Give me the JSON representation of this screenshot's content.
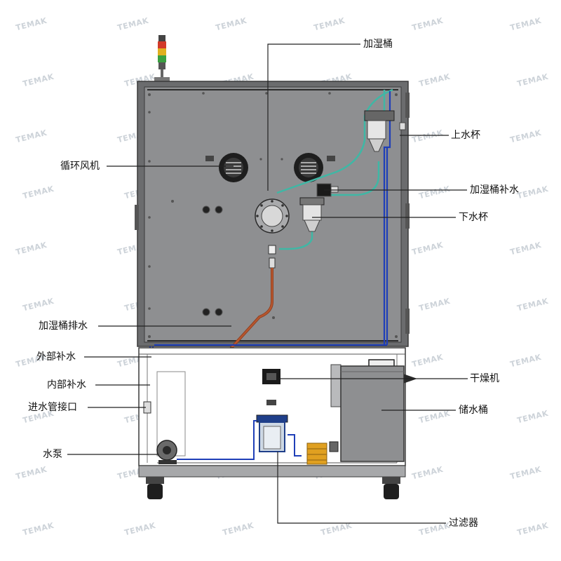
{
  "watermark": "TEMAK",
  "labels": {
    "humidifier_tank": "加湿桶",
    "upper_water_cup": "上水杯",
    "circulation_fan": "循环风机",
    "humidifier_refill": "加湿桶补水",
    "lower_water_cup": "下水杯",
    "humidifier_drain": "加湿桶排水",
    "external_refill": "外部补水",
    "internal_refill": "内部补水",
    "dryer": "干燥机",
    "inlet_connector": "进水管接口",
    "storage_tank": "储水桶",
    "water_pump": "水泵",
    "filter": "过滤器"
  },
  "colors": {
    "panel": "#8e8f91",
    "frame": "#6b6c6e",
    "outline": "#3a3a3a",
    "blue_pipe": "#1f3fb8",
    "teal_pipe": "#3fb7a5",
    "drain_pipe": "#b5562e",
    "leader": "#222222"
  }
}
